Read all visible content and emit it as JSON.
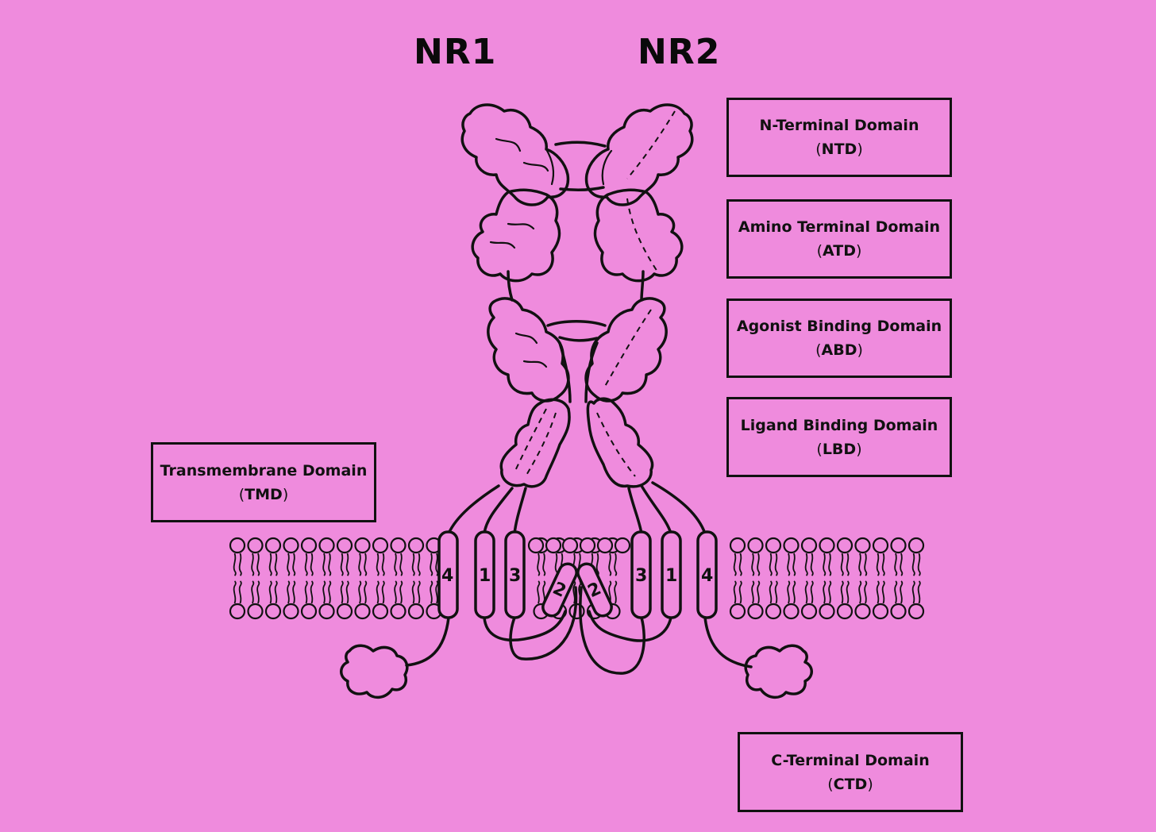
{
  "subunits": {
    "nr1": "NR1",
    "nr2": "NR2"
  },
  "domains": {
    "ntd": {
      "name": "N-Terminal Domain",
      "abbr": "NTD"
    },
    "atd": {
      "name": "Amino Terminal Domain",
      "abbr": "ATD"
    },
    "abd": {
      "name": "Agonist Binding Domain",
      "abbr": "ABD"
    },
    "lbd": {
      "name": "Ligand Binding Domain",
      "abbr": "LBD"
    },
    "tmd": {
      "name": "Transmembrane Domain",
      "abbr": "TMD"
    },
    "ctd": {
      "name": "C-Terminal Domain",
      "abbr": "CTD"
    }
  },
  "helices": {
    "nr1": [
      "4",
      "1",
      "3",
      "2"
    ],
    "nr2": [
      "2",
      "3",
      "1",
      "4"
    ]
  },
  "colors": {
    "background": "#ef8bdd",
    "ink": "#111111"
  }
}
